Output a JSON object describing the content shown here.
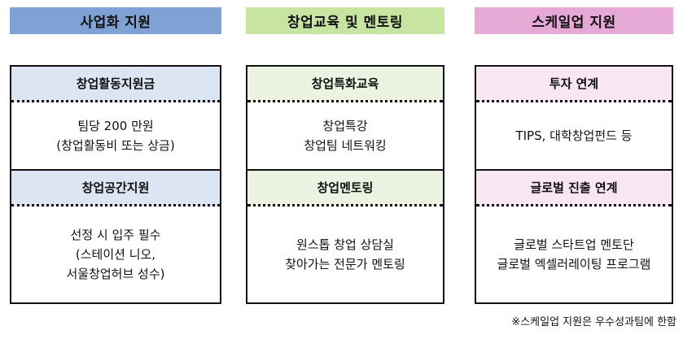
{
  "columns": [
    {
      "header": "사업화 지원",
      "colors": {
        "header": "#7fa1d4",
        "section": "#dbe5f3"
      },
      "sections": [
        {
          "title": "창업활동지원금",
          "lines": [
            "팀당 200 만원",
            "(창업활동비 또는 상금)"
          ]
        },
        {
          "title": "창업공간지원",
          "lines": [
            "선정 시 입주 필수",
            "(스테이션 니오,",
            "서울창업허브 성수)"
          ]
        }
      ]
    },
    {
      "header": "창업교육 및 멘토링",
      "colors": {
        "header": "#c8e4a3",
        "section": "#ecf3e2"
      },
      "sections": [
        {
          "title": "창업특화교육",
          "lines": [
            "창업특강",
            "창업팀 네트워킹"
          ]
        },
        {
          "title": "창업멘토링",
          "lines": [
            "원스톱 창업 상담실",
            "찾아가는 전문가 멘토링"
          ]
        }
      ]
    },
    {
      "header": "스케일업 지원",
      "colors": {
        "header": "#e6a8d5",
        "section": "#f8e6f3"
      },
      "sections": [
        {
          "title": "투자 연계",
          "lines": [
            "TIPS, 대학창업펀드 등"
          ]
        },
        {
          "title": "글로벌 진출 연계",
          "lines": [
            "글로벌 스타트업 멘토단",
            "글로벌 엑셀러레이팅 프로그램"
          ]
        }
      ]
    }
  ],
  "footnote": "※스케일업 지원은 우수성과팀에 한함"
}
